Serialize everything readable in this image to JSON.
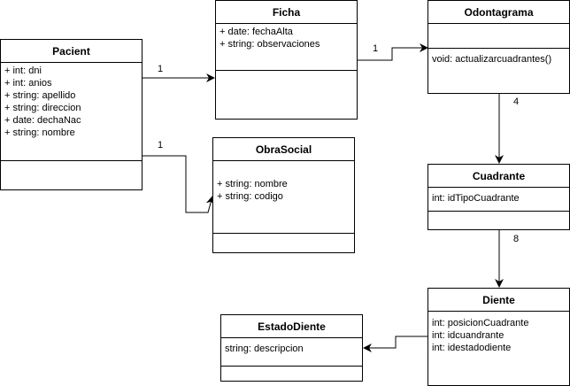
{
  "classes": {
    "pacient": {
      "name": "Pacient",
      "attributes": [
        "+ int: dni",
        "+ int: anios",
        "+ string: apellido",
        "+ string: direccion",
        "+ date: dechaNac",
        "+ string: nombre"
      ],
      "operations": []
    },
    "ficha": {
      "name": "Ficha",
      "attributes": [
        "+ date: fechaAlta",
        "+ string: observaciones"
      ],
      "operations": []
    },
    "odontagrama": {
      "name": "Odontagrama",
      "attributes": [],
      "operations": [
        "void: actualizarcuadrantes()"
      ]
    },
    "obrasocial": {
      "name": "ObraSocial",
      "attributes": [
        "+ string: nombre",
        "+ string: codigo"
      ],
      "operations": []
    },
    "cuadrante": {
      "name": "Cuadrante",
      "attributes": [
        "int: idTipoCuadrante"
      ],
      "operations": []
    },
    "diente": {
      "name": "Diente",
      "attributes": [
        "int: posicionCuadrante",
        "int: idcuandrante",
        "int: idestadodiente"
      ],
      "operations": []
    },
    "estadodiente": {
      "name": "EstadoDiente",
      "attributes": [
        "string: descripcion"
      ],
      "operations": []
    }
  },
  "associations": {
    "pacient_ficha": {
      "multiplicity": "1"
    },
    "pacient_obrasocial": {
      "multiplicity": "1"
    },
    "ficha_odontagrama": {
      "multiplicity": "1"
    },
    "odontagrama_cuadrante": {
      "multiplicity": "4"
    },
    "cuadrante_diente": {
      "multiplicity": "8"
    },
    "diente_estadodiente": {
      "multiplicity": ""
    }
  }
}
